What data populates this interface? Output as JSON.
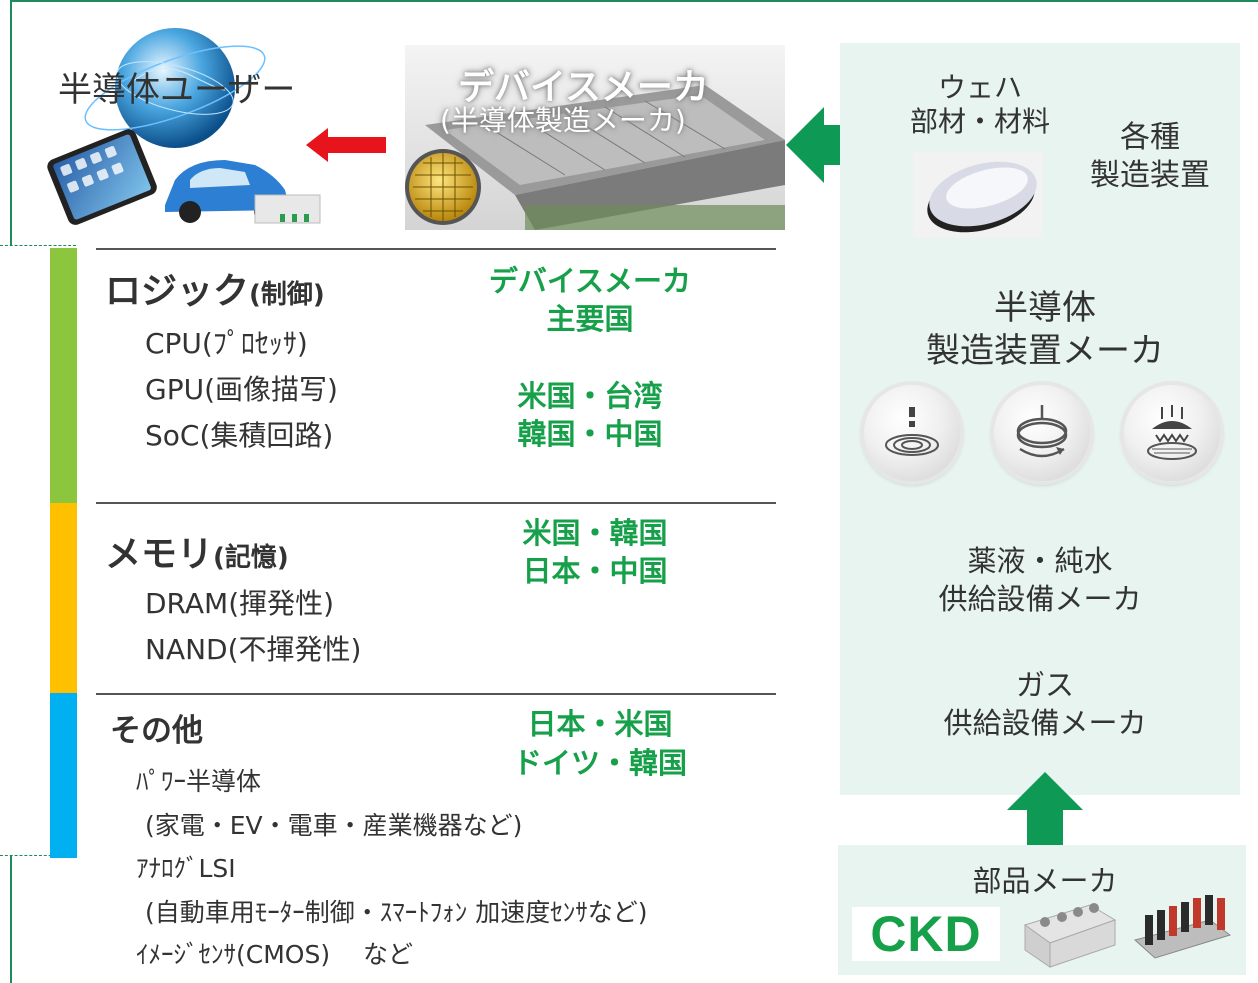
{
  "top": {
    "user_label": "半導体ユーザー",
    "device_maker_title": "デバイスメーカ",
    "device_maker_subtitle": "(半導体製造メーカ)"
  },
  "categories": [
    {
      "title": "ロジック",
      "title_paren": "(制御)",
      "items": [
        "CPU(ﾌﾟﾛｾｯｻ)",
        "GPU(画像描写)",
        "SoC(集積回路)"
      ],
      "bar_color": "#8cc63f"
    },
    {
      "title": "メモリ",
      "title_paren": "(記憶)",
      "items": [
        "DRAM(揮発性)",
        "NAND(不揮発性)"
      ],
      "bar_color": "#ffc000"
    },
    {
      "title": "その他",
      "title_paren": "",
      "items": [
        "ﾊﾟﾜｰ半導体",
        "(家電・EV・電車・産業機器など)",
        "ｱﾅﾛｸﾞLSI",
        "(自動車用ﾓｰﾀｰ制御・ｽﾏｰﾄﾌｫﾝ 加速度ｾﾝｻなど)",
        "ｲﾒｰｼﾞｾﾝｻ(CMOS)　 など"
      ],
      "bar_color": "#00b0f0"
    }
  ],
  "countries": {
    "header_line1": "デバイスメーカ",
    "header_line2": "主要国",
    "logic_line1": "米国・台湾",
    "logic_line2": "韓国・中国",
    "memory_line1": "米国・韓国",
    "memory_line2": "日本・中国",
    "other_line1": "日本・米国",
    "other_line2": "ドイツ・韓国"
  },
  "right_panel": {
    "wafer_line1": "ウェハ",
    "wafer_line2": "部材・材料",
    "equipment_line1": "各種",
    "equipment_line2": "製造装置",
    "semi_maker_line1": "半導体",
    "semi_maker_line2": "製造装置メーカ",
    "chem_line1": "薬液・純水",
    "chem_line2": "供給設備メーカ",
    "gas_line1": "ガス",
    "gas_line2": "供給設備メーカ",
    "bg_color": "#e8f4ef"
  },
  "parts": {
    "label": "部品メーカ",
    "logo_text": "CKD",
    "logo_color": "#17a04a"
  },
  "colors": {
    "accent_green": "#17a04a",
    "arrow_red": "#e8141b",
    "arrow_green": "#0e9a55",
    "frame_green": "#1f8a5a"
  }
}
